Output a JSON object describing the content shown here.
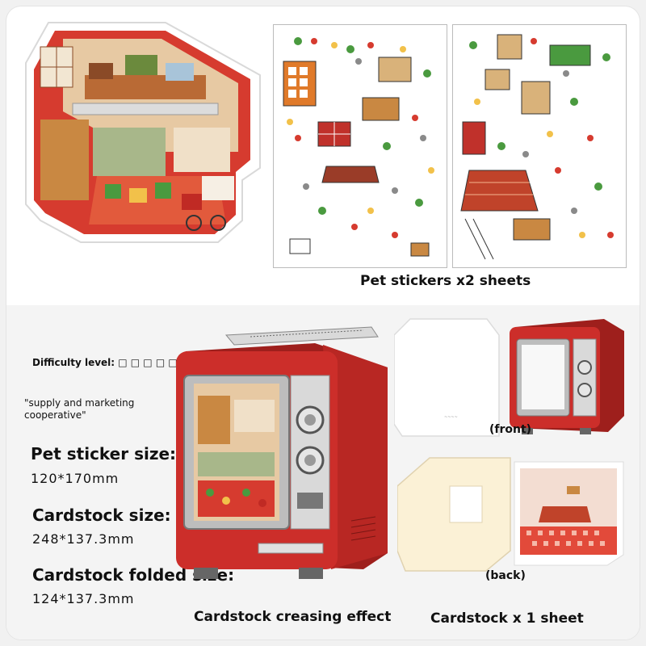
{
  "top": {
    "stickers_caption": "Pet stickers x2 sheets"
  },
  "left": {
    "difficulty_label": "Difficulty level: □ □ □ □ □",
    "theme_name": "\"supply and marketing\ncooperative\"",
    "pet_sticker_size_label": "Pet sticker size:",
    "pet_sticker_size_value": "120*170mm",
    "cardstock_size_label": "Cardstock size:",
    "cardstock_size_value": "248*137.3mm",
    "cardstock_folded_label": "Cardstock folded size:",
    "cardstock_folded_value": "124*137.3mm"
  },
  "bottom": {
    "creasing_caption": "Cardstock creasing effect",
    "front_label": "(front)",
    "back_label": "(back)",
    "cardstock_caption": "Cardstock x 1 sheet"
  },
  "colors": {
    "tv_red": "#cc2e2a",
    "tv_dark_red": "#9e1f1c",
    "room_red": "#d63b2f",
    "wood": "#c98842",
    "cream": "#fbf1d6",
    "panel_gray": "#f4f4f4"
  }
}
